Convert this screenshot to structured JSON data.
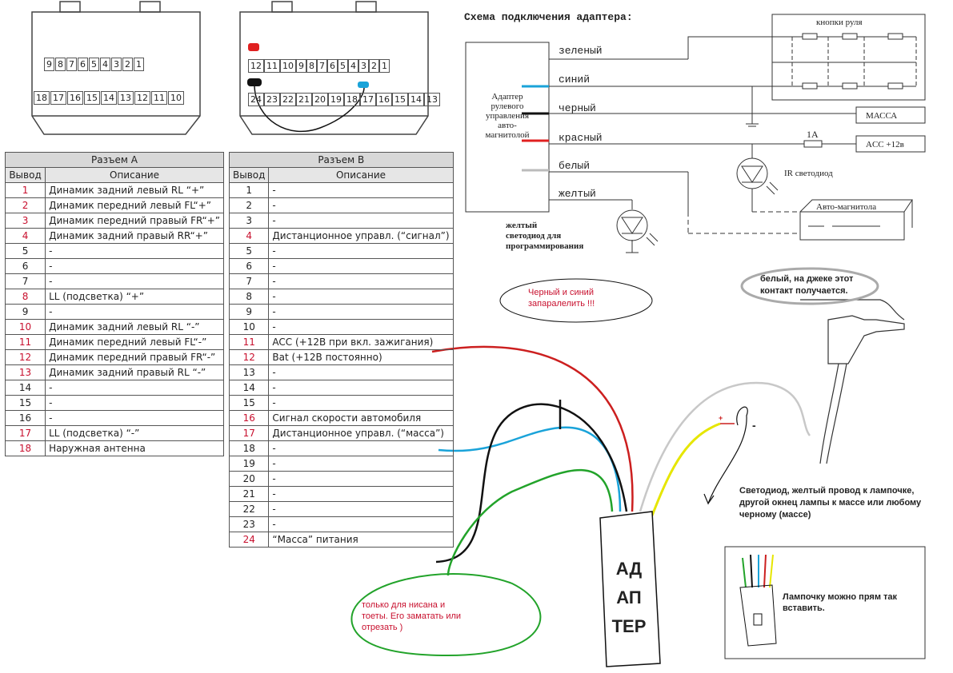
{
  "connector_a": {
    "top_row": [
      "9",
      "8",
      "7",
      "6",
      "5",
      "4",
      "3",
      "2",
      "1"
    ],
    "bottom_row": [
      "18",
      "17",
      "16",
      "15",
      "14",
      "13",
      "12",
      "11",
      "10"
    ]
  },
  "connector_b": {
    "top_row": [
      "12",
      "11",
      "10",
      "9",
      "8",
      "7",
      "6",
      "5",
      "4",
      "3",
      "2",
      "1"
    ],
    "bottom_row": [
      "24",
      "23",
      "22",
      "21",
      "20",
      "19",
      "18",
      "17",
      "16",
      "15",
      "14",
      "13"
    ]
  },
  "table_a": {
    "title": "Разъем А",
    "col_pin": "Вывод",
    "col_desc": "Описание",
    "rows": [
      {
        "pin": "1",
        "desc": "Динамик задний левый RL “+”",
        "red": true
      },
      {
        "pin": "2",
        "desc": "Динамик передний левый FL“+”",
        "red": true
      },
      {
        "pin": "3",
        "desc": "Динамик передний правый FR“+”",
        "red": true
      },
      {
        "pin": "4",
        "desc": "Динамик задний правый RR“+”",
        "red": true
      },
      {
        "pin": "5",
        "desc": "-",
        "red": false
      },
      {
        "pin": "6",
        "desc": "-",
        "red": false
      },
      {
        "pin": "7",
        "desc": "-",
        "red": false
      },
      {
        "pin": "8",
        "desc": "LL (подсветка) “+”",
        "red": true
      },
      {
        "pin": "9",
        "desc": "-",
        "red": false
      },
      {
        "pin": "10",
        "desc": "Динамик задний левый RL “-”",
        "red": true
      },
      {
        "pin": "11",
        "desc": "Динамик передний левый FL“-”",
        "red": true
      },
      {
        "pin": "12",
        "desc": "Динамик передний правый FR“-”",
        "red": true
      },
      {
        "pin": "13",
        "desc": "Динамик задний правый RL “-”",
        "red": true
      },
      {
        "pin": "14",
        "desc": "-",
        "red": false
      },
      {
        "pin": "15",
        "desc": "-",
        "red": false
      },
      {
        "pin": "16",
        "desc": "-",
        "red": false
      },
      {
        "pin": "17",
        "desc": "LL (подсветка) “-”",
        "red": true
      },
      {
        "pin": "18",
        "desc": "Наружная антенна",
        "red": true
      }
    ]
  },
  "table_b": {
    "title": "Разъем В",
    "col_pin": "Вывод",
    "col_desc": "Описание",
    "rows": [
      {
        "pin": "1",
        "desc": "-",
        "red": false
      },
      {
        "pin": "2",
        "desc": "-",
        "red": false
      },
      {
        "pin": "3",
        "desc": "-",
        "red": false
      },
      {
        "pin": "4",
        "desc": "Дистанционное управл. (“сигнал”)",
        "red": true
      },
      {
        "pin": "5",
        "desc": "-",
        "red": false
      },
      {
        "pin": "6",
        "desc": "-",
        "red": false
      },
      {
        "pin": "7",
        "desc": "-",
        "red": false
      },
      {
        "pin": "8",
        "desc": "-",
        "red": false
      },
      {
        "pin": "9",
        "desc": "-",
        "red": false
      },
      {
        "pin": "10",
        "desc": "-",
        "red": false
      },
      {
        "pin": "11",
        "desc": "ACC (+12B при вкл. зажигания)",
        "red": true
      },
      {
        "pin": "12",
        "desc": "Bat (+12B постоянно)",
        "red": true
      },
      {
        "pin": "13",
        "desc": "-",
        "red": false
      },
      {
        "pin": "14",
        "desc": "-",
        "red": false
      },
      {
        "pin": "15",
        "desc": "-",
        "red": false
      },
      {
        "pin": "16",
        "desc": "Сигнал скорости автомобиля",
        "red": true
      },
      {
        "pin": "17",
        "desc": "Дистанционное управл. (“масса”)",
        "red": true
      },
      {
        "pin": "18",
        "desc": "-",
        "red": false
      },
      {
        "pin": "19",
        "desc": "-",
        "red": false
      },
      {
        "pin": "20",
        "desc": "-",
        "red": false
      },
      {
        "pin": "21",
        "desc": "-",
        "red": false
      },
      {
        "pin": "22",
        "desc": "-",
        "red": false
      },
      {
        "pin": "23",
        "desc": "-",
        "red": false
      },
      {
        "pin": "24",
        "desc": "“Масса” питания",
        "red": true
      }
    ]
  },
  "schematic": {
    "title": "Схема подключения адаптера:",
    "adapter_box": [
      "Адаптер",
      "рулевого",
      "управления",
      "авто-",
      "магнитолой"
    ],
    "wires": [
      "зеленый",
      "синий",
      "черный",
      "красный",
      "белый",
      "желтый"
    ],
    "steering_buttons": "кнопки руля",
    "ground_box": "МАССА",
    "acc_box": "ACC +12в",
    "fuse": "1A",
    "ir_led": "IR светодиод",
    "head_unit": "Авто-магнитола",
    "yellow_led": [
      "желтый",
      "светодиод для",
      "программирования"
    ]
  },
  "notes": {
    "black_blue": [
      "Черный и синий",
      "запаралелить !!!"
    ],
    "white_jack": [
      "белый, на джеке этот",
      "контакт получается."
    ],
    "led_note": [
      "Светодиод, желтый провод к лампочке,",
      "другой окнец лампы к массе или любому",
      "черному (массе)"
    ],
    "nissan_note": [
      "только для нисана и",
      "тоеты. Его заматать или",
      "отрезать )"
    ],
    "lamp_note": [
      "Лампочку можно прям так",
      "вставить."
    ],
    "adapter_label": [
      "АД",
      "АП",
      "ТЕР"
    ],
    "plus_sign": "+",
    "minus_sign": "-"
  },
  "colors": {
    "red_text": "#c8102e",
    "wire_red": "#cc1f1f",
    "wire_blue": "#1aa3d9",
    "wire_green": "#22a32a",
    "wire_yellow": "#e6e600",
    "wire_gray": "#c8c8c8"
  }
}
